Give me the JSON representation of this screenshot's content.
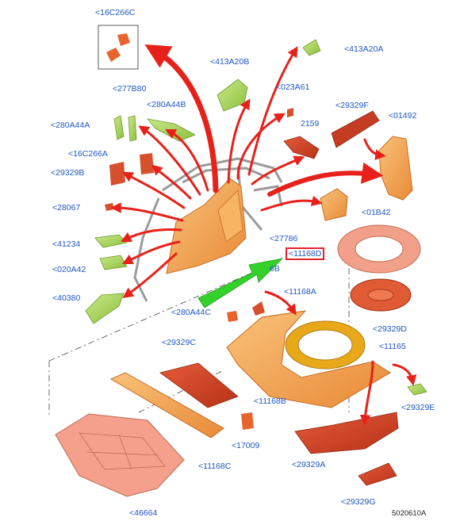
{
  "diagram": {
    "callouts": {
      "c16C266C": "<16C266C",
      "c413A20A": "<413A20A",
      "c413A20B": "<413A20B",
      "c277B80": "<277B80",
      "c280A44B": "<280A44B",
      "c023A61": "<023A61",
      "c29329F": "<29329F",
      "c01492": "<01492",
      "c280A44A": "<280A44A",
      "c2159": "2159",
      "c16C266A": "<16C266A",
      "c29329B": "<29329B",
      "c28067": "<28067",
      "c01B42": "<01B42",
      "c27786": "<27786",
      "c41234": "<41234",
      "c11168D": "<11168D",
      "c6B_partial": "6B",
      "c020A42": "<020A42",
      "c11168A": "<11168A",
      "c40380": "<40380",
      "c280A44C": "<280A44C",
      "c29329D": "<29329D",
      "c29329C": "<29329C",
      "c11165": "<11165",
      "c11168B": "<11168B",
      "c29329E": "<29329E",
      "c17009": "<17009",
      "c29329A": "<29329A",
      "c11168C": "<11168C",
      "c29329G": "<29329G",
      "c46664": "<46664"
    },
    "highlighted_callout": "<11168D",
    "figure_code": "5020610A",
    "colors": {
      "callout_text": "#1f56c7",
      "arrow_red": "#e8201a",
      "arrow_green": "#35d12b",
      "part_orange": "#f6a64f",
      "part_orange_dark": "#d9702a",
      "part_red": "#d8432a",
      "part_green": "#a9d65a",
      "ring_salmon": "#f2a08a",
      "ring_gold": "#e7a919",
      "tray_salmon": "#f4a08c"
    }
  }
}
